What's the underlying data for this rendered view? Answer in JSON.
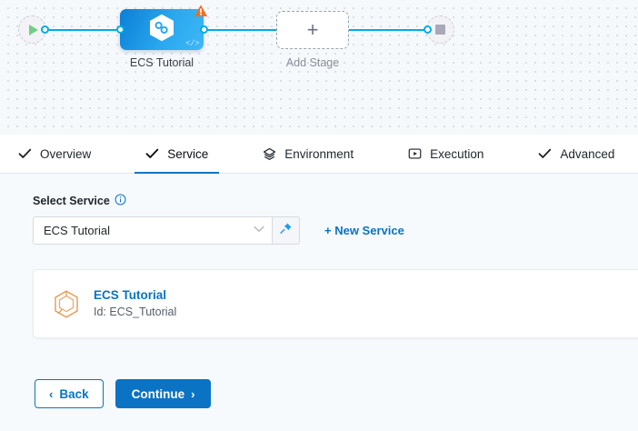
{
  "pipeline": {
    "start_node": {
      "icon": "play-icon",
      "label": ""
    },
    "end_node": {
      "icon": "stop-square-icon",
      "label": ""
    },
    "stage": {
      "label": "ECS Tutorial",
      "icon": "hexagon-infinity-icon",
      "badge": "warning-triangle-icon",
      "code_glyph": "</>"
    },
    "add_stage": {
      "label": "Add Stage",
      "icon": "plus-icon"
    }
  },
  "tabs": [
    {
      "label": "Overview",
      "icon": "check-icon",
      "active": false
    },
    {
      "label": "Service",
      "icon": "check-icon",
      "active": true
    },
    {
      "label": "Environment",
      "icon": "layers-icon",
      "active": false
    },
    {
      "label": "Execution",
      "icon": "play-box-icon",
      "active": false
    },
    {
      "label": "Advanced",
      "icon": "check-icon",
      "active": false
    }
  ],
  "form": {
    "select_service_label": "Select Service",
    "info_icon": "info-icon",
    "service_select": {
      "value": "ECS Tutorial",
      "placeholder": "Select Service",
      "chevron_icon": "chevron-down-icon"
    },
    "pin_icon": "pin-icon",
    "new_service_label": "+ New Service"
  },
  "service_card": {
    "icon": "hexagon-service-icon",
    "name": "ECS Tutorial",
    "id_text": "Id: ECS_Tutorial"
  },
  "footer": {
    "back_label": "Back",
    "back_caret": "‹",
    "continue_label": "Continue",
    "continue_caret": "›"
  },
  "colors": {
    "accent_blue": "#0a73c4",
    "connector_blue": "#00ade4",
    "node_blue": "#2aa7f0",
    "warning_orange": "#f26d21",
    "service_icon_orange": "#e8954a",
    "play_green": "#6fcf84",
    "canvas_bg": "#f6f9fc",
    "panel_bg": "#f7fafc"
  }
}
